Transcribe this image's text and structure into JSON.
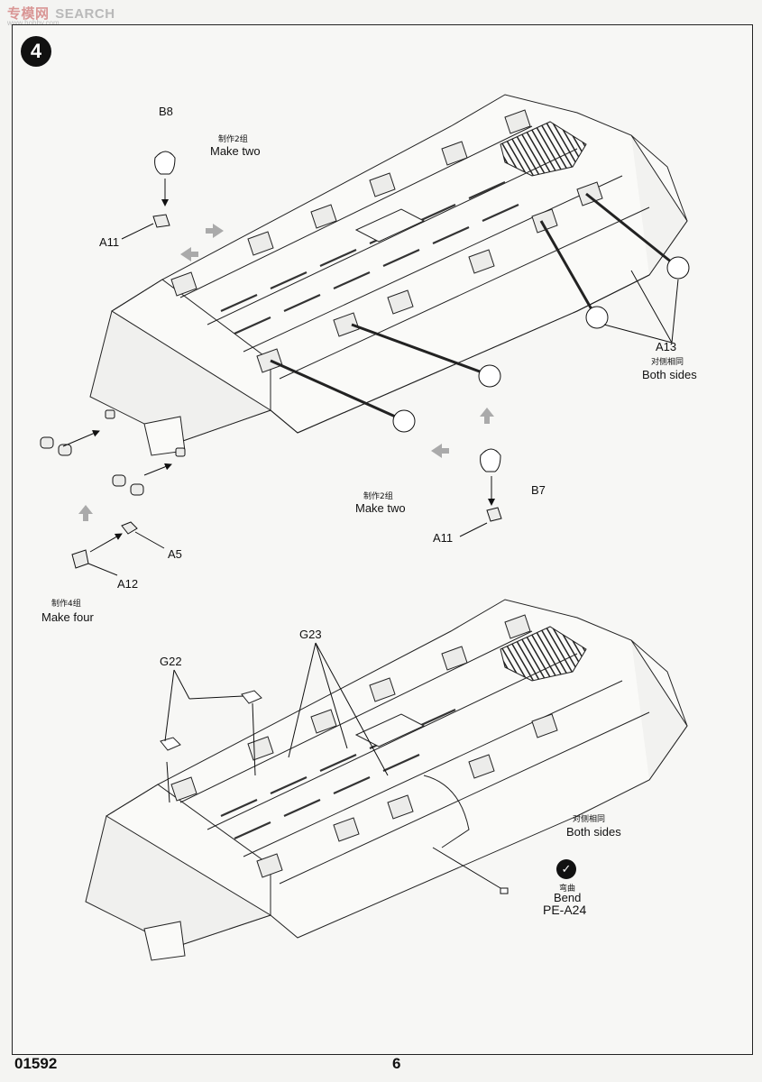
{
  "watermark": {
    "cn": "专模网",
    "text": "SEARCH",
    "sub": "www.hobby.com"
  },
  "step": {
    "number": "4"
  },
  "upper": {
    "part_b8": "B8",
    "make_two_cn_1": "制作2组",
    "make_two_1": "Make two",
    "part_a11_left": "A11",
    "part_a13": "A13",
    "both_sides_cn_1": "对侧相同",
    "both_sides_1": "Both sides",
    "make_two_cn_2": "制作2组",
    "make_two_2": "Make two",
    "part_b7": "B7",
    "part_a11_right": "A11",
    "part_a5": "A5",
    "part_a12": "A12",
    "make_four_cn": "制作4组",
    "make_four": "Make four"
  },
  "lower": {
    "part_g22": "G22",
    "part_g23": "G23",
    "both_sides_cn_2": "对侧相同",
    "both_sides_2": "Both sides",
    "bend_cn": "弯曲",
    "bend": "Bend",
    "part_pe_a24": "PE-A24"
  },
  "footer": {
    "kit_code": "01592",
    "page_number": "6"
  },
  "icons": {
    "bend": "bend-icon",
    "step": "step-badge"
  }
}
